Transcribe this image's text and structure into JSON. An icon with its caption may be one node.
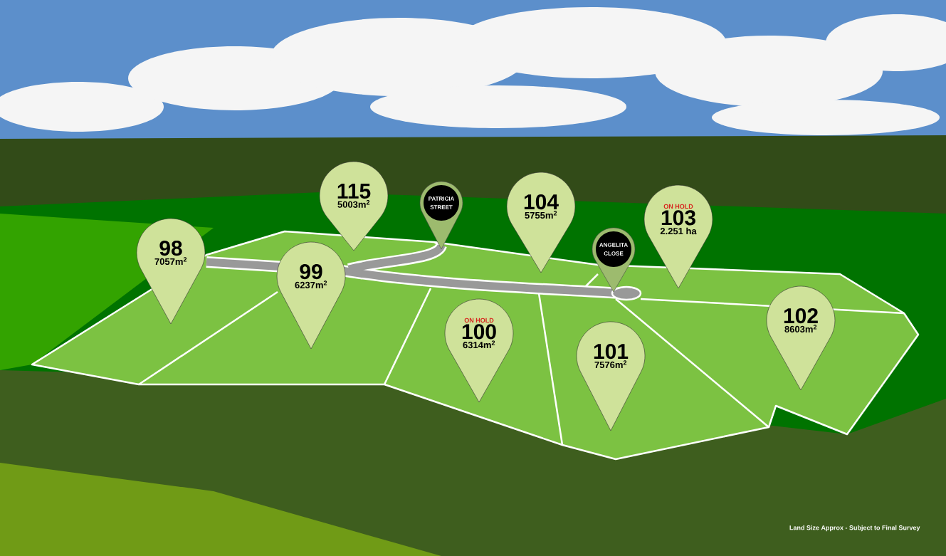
{
  "diagram": {
    "nodes": [
      {
        "text": [
          "115",
          "5003m$^{2}$"
        ]
      },
      {
        "text": [
          "PATRICIA STREET"
        ]
      },
      {
        "text": [
          "104",
          "5755m$^{2}$"
        ]
      },
      {
        "text": [
          "ON HOLD",
          "103",
          "2.251 ha"
        ]
      },
      {
        "text": [
          "98",
          "7057m$^{2}$"
        ]
      },
      {
        "text": [
          "ANGELITA CLOSE"
        ]
      },
      {
        "text": [
          "99",
          "6237m$^{2}$"
        ]
      },
      {
        "text": [
          "102",
          "8603m$^{2}$"
        ]
      },
      {
        "text": [
          "ON HOLD",
          "100",
          "6314m$^{2}$"
        ]
      },
      {
        "text": [
          "101",
          "7576m$^{2}$"
        ]
      }
    ],
    "labels": [
      "Land Size Approx - Subject to Final Survey"
    ]
  }
}
